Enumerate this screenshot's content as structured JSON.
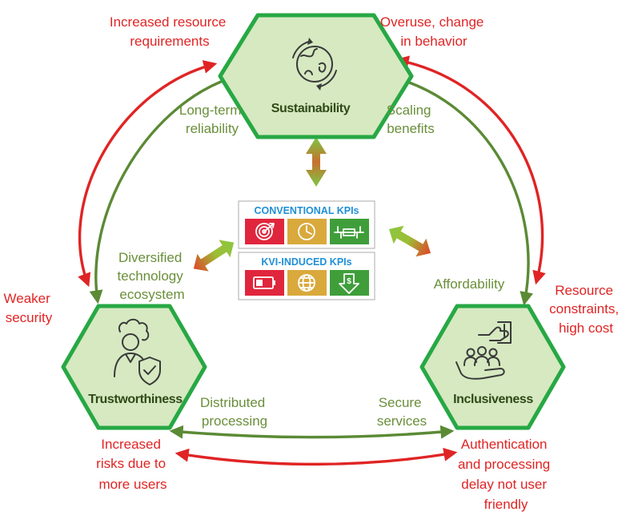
{
  "nodes": {
    "sustainability": "Sustainability",
    "trustworthiness": "Trustworthiness",
    "inclusiveness": "Inclusiveness"
  },
  "kpi": {
    "conventional_title": "CONVENTIONAL KPIs",
    "kvi_title": "KVI-INDUCED KPIs"
  },
  "tradeoffs": {
    "sus_trust_negative": [
      "Increased resource",
      "requirements"
    ],
    "sus_incl_negative": [
      "Overuse, change",
      "in behavior"
    ],
    "trust_sus_negative": [
      "Weaker",
      "security"
    ],
    "incl_sus_negative": [
      "Resource",
      "constraints,",
      "high cost"
    ],
    "trust_incl_negative": [
      "Increased",
      "risks due to",
      "more users"
    ],
    "incl_trust_negative": [
      "Authentication",
      "and processing",
      "delay not user",
      "friendly"
    ]
  },
  "synergies": {
    "sus_trust_positive": [
      "Long-term",
      "reliability"
    ],
    "sus_incl_positive": [
      "Scaling",
      "benefits"
    ],
    "trust_sus_positive": [
      "Diversified",
      "technology",
      "ecosystem"
    ],
    "incl_sus_positive": [
      "Affordability"
    ],
    "trust_incl_positive": [
      "Distributed",
      "processing"
    ],
    "incl_trust_positive": [
      "Secure",
      "services"
    ]
  },
  "colors": {
    "hex_fill": "#d6e9c1",
    "hex_border": "#27a844",
    "negative": "#e02424",
    "positive": "#5b8a35",
    "tile_red": "#e0263c",
    "tile_gold": "#d9a93c",
    "tile_green": "#3f9e3a"
  },
  "icons": {
    "sustainability": "globe-recycle-icon",
    "trustworthiness": "person-shield-icon",
    "inclusiveness": "hand-people-icon",
    "conventional": [
      "target-icon",
      "clock-icon",
      "network-bus-icon"
    ],
    "kvi": [
      "battery-icon",
      "globe-grid-icon",
      "dollar-down-icon"
    ]
  }
}
